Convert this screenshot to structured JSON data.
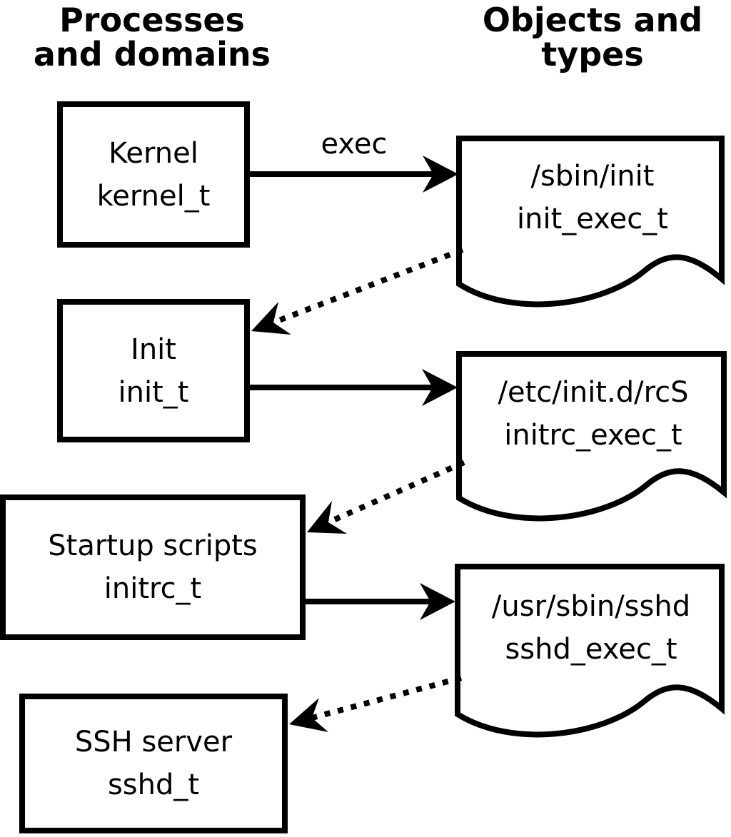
{
  "diagram": {
    "kind": "selinux-type-transition-flow",
    "colors": {
      "foreground": "#000000",
      "background": "#ffffff"
    },
    "title_left": {
      "line1": "Processes",
      "line2": "and domains"
    },
    "title_right": {
      "line1": "Objects and",
      "line2": "types"
    },
    "processes": [
      {
        "name": "Kernel",
        "domain": "kernel_t"
      },
      {
        "name": "Init",
        "domain": "init_t"
      },
      {
        "name": "Startup scripts",
        "domain": "initrc_t"
      },
      {
        "name": "SSH server",
        "domain": "sshd_t"
      }
    ],
    "objects": [
      {
        "path": "/sbin/init",
        "type": "init_exec_t"
      },
      {
        "path": "/etc/init.d/rcS",
        "type": "initrc_exec_t"
      },
      {
        "path": "/usr/sbin/sshd",
        "type": "sshd_exec_t"
      }
    ],
    "edges": {
      "exec_label": "exec",
      "solid": [
        {
          "from": "Kernel (kernel_t)",
          "to": "/sbin/init (init_exec_t)",
          "label": "exec"
        },
        {
          "from": "Init (init_t)",
          "to": "/etc/init.d/rcS (initrc_exec_t)"
        },
        {
          "from": "Startup scripts (initrc_t)",
          "to": "/usr/sbin/sshd (sshd_exec_t)"
        }
      ],
      "dotted": [
        {
          "from": "/sbin/init (init_exec_t)",
          "to": "Init (init_t)"
        },
        {
          "from": "/etc/init.d/rcS (initrc_exec_t)",
          "to": "Startup scripts (initrc_t)"
        },
        {
          "from": "/usr/sbin/sshd (sshd_exec_t)",
          "to": "SSH server (sshd_t)"
        }
      ]
    }
  }
}
